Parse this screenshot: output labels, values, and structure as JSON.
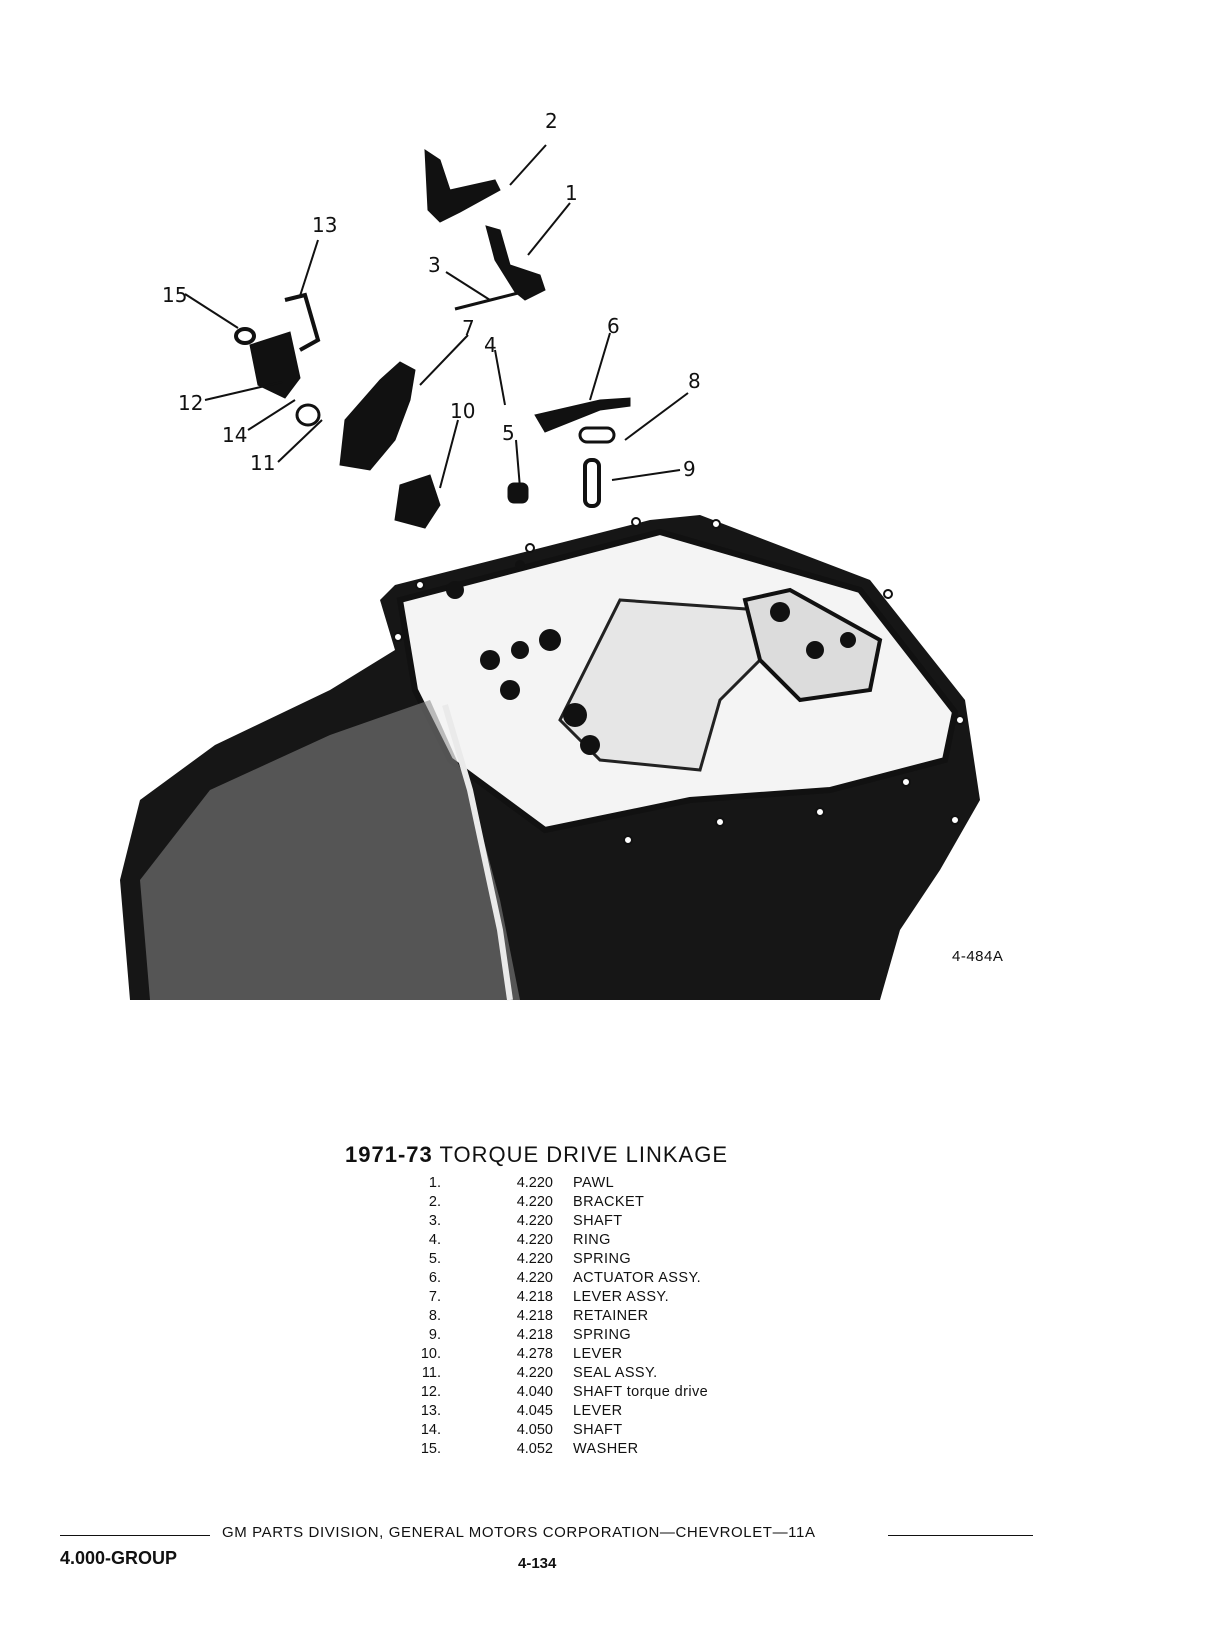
{
  "figure": {
    "id": "4-484A",
    "callouts": [
      "1",
      "2",
      "3",
      "4",
      "5",
      "6",
      "7",
      "8",
      "9",
      "10",
      "11",
      "12",
      "13",
      "14",
      "15"
    ]
  },
  "title": {
    "years": "1971-73",
    "text": "TORQUE DRIVE LINKAGE"
  },
  "parts": [
    {
      "num": "1.",
      "code": "4.220",
      "desc": "PAWL"
    },
    {
      "num": "2.",
      "code": "4.220",
      "desc": "BRACKET"
    },
    {
      "num": "3.",
      "code": "4.220",
      "desc": "SHAFT"
    },
    {
      "num": "4.",
      "code": "4.220",
      "desc": "RING"
    },
    {
      "num": "5.",
      "code": "4.220",
      "desc": "SPRING"
    },
    {
      "num": "6.",
      "code": "4.220",
      "desc": "ACTUATOR ASSY."
    },
    {
      "num": "7.",
      "code": "4.218",
      "desc": "LEVER ASSY."
    },
    {
      "num": "8.",
      "code": "4.218",
      "desc": "RETAINER"
    },
    {
      "num": "9.",
      "code": "4.218",
      "desc": "SPRING"
    },
    {
      "num": "10.",
      "code": "4.278",
      "desc": "LEVER"
    },
    {
      "num": "11.",
      "code": "4.220",
      "desc": "SEAL ASSY."
    },
    {
      "num": "12.",
      "code": "4.040",
      "desc": "SHAFT torque drive"
    },
    {
      "num": "13.",
      "code": "4.045",
      "desc": "LEVER"
    },
    {
      "num": "14.",
      "code": "4.050",
      "desc": "SHAFT"
    },
    {
      "num": "15.",
      "code": "4.052",
      "desc": "WASHER"
    }
  ],
  "footer": {
    "publisher": "GM PARTS DIVISION, GENERAL MOTORS CORPORATION—CHEVROLET—11A",
    "group": "4.000-GROUP",
    "page": "4-134"
  }
}
